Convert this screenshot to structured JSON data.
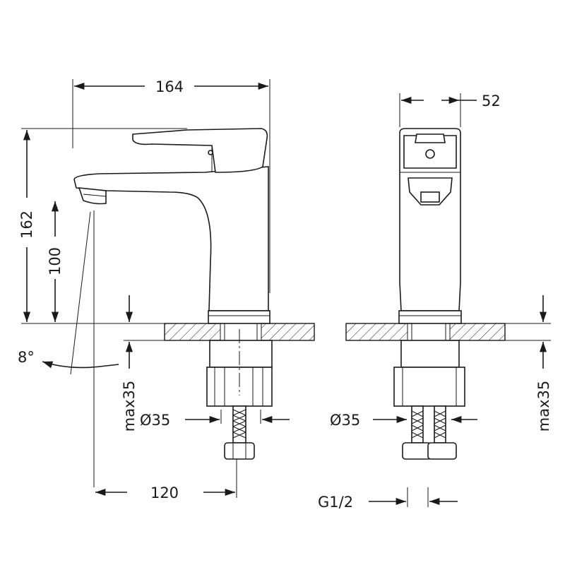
{
  "title": "Basin faucet dimension drawing",
  "dimensions": {
    "overall_length": "164",
    "width": "52",
    "overall_height": "162",
    "spout_height": "100",
    "spout_angle": "8°",
    "max_thickness_left": "max35",
    "max_thickness_right": "max35",
    "hole_diameter_left": "Ø35",
    "hole_diameter_right": "Ø35",
    "spout_reach": "120",
    "connection_thread": "G1/2"
  },
  "colors": {
    "line": "#1a1a1a",
    "background": "#ffffff"
  }
}
